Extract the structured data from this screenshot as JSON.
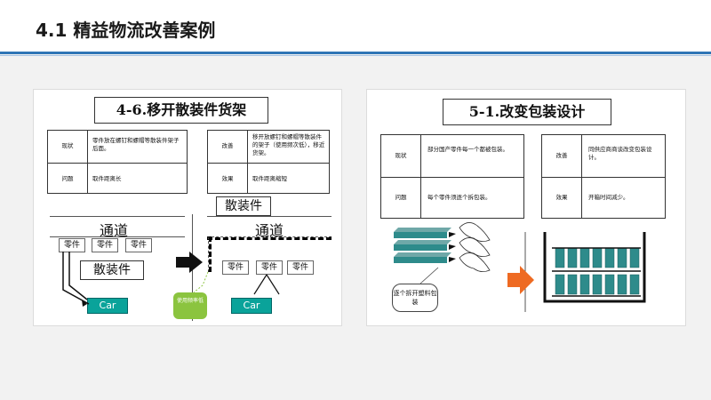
{
  "page": {
    "title": "4.1 精益物流改善案例"
  },
  "left": {
    "heading": "4-6.移开散装件货架",
    "table_left": {
      "rows": [
        {
          "label": "现状",
          "text": "零件放在螺钉和螺帽等散装件架子后面。"
        },
        {
          "label": "问题",
          "text": "取件距离长"
        }
      ]
    },
    "table_right": {
      "rows": [
        {
          "label": "改善",
          "text": "移开放螺钉和螺帽等散装件的架子（使用频次低），移近货架。"
        },
        {
          "label": "效果",
          "text": "取件距离缩短"
        }
      ]
    },
    "before": {
      "aisle": "通道",
      "parts": [
        "零件",
        "零件",
        "零件"
      ],
      "bulk": "散装件",
      "car": "Car"
    },
    "after": {
      "bulk": "散装件",
      "aisle": "通道",
      "parts": [
        "零件",
        "零件",
        "零件"
      ],
      "car": "Car"
    },
    "note": "使用频率低"
  },
  "right": {
    "heading": "5-1.改变包装设计",
    "table_left": {
      "rows": [
        {
          "label": "现状",
          "text": "部分国产零件每一个都被包装。"
        },
        {
          "label": "问题",
          "text": "每个零件须逐个拆包装。"
        }
      ]
    },
    "table_right": {
      "rows": [
        {
          "label": "改善",
          "text": "同供应商商谈改变包装设计。"
        },
        {
          "label": "效果",
          "text": "开箱时间减少。"
        }
      ]
    },
    "callout": "逐个拆开塑料包装"
  },
  "colors": {
    "accent": "#2e75b6",
    "car": "#0aa39a",
    "note": "#8bc43f",
    "arrow_orange": "#ee6a22"
  }
}
